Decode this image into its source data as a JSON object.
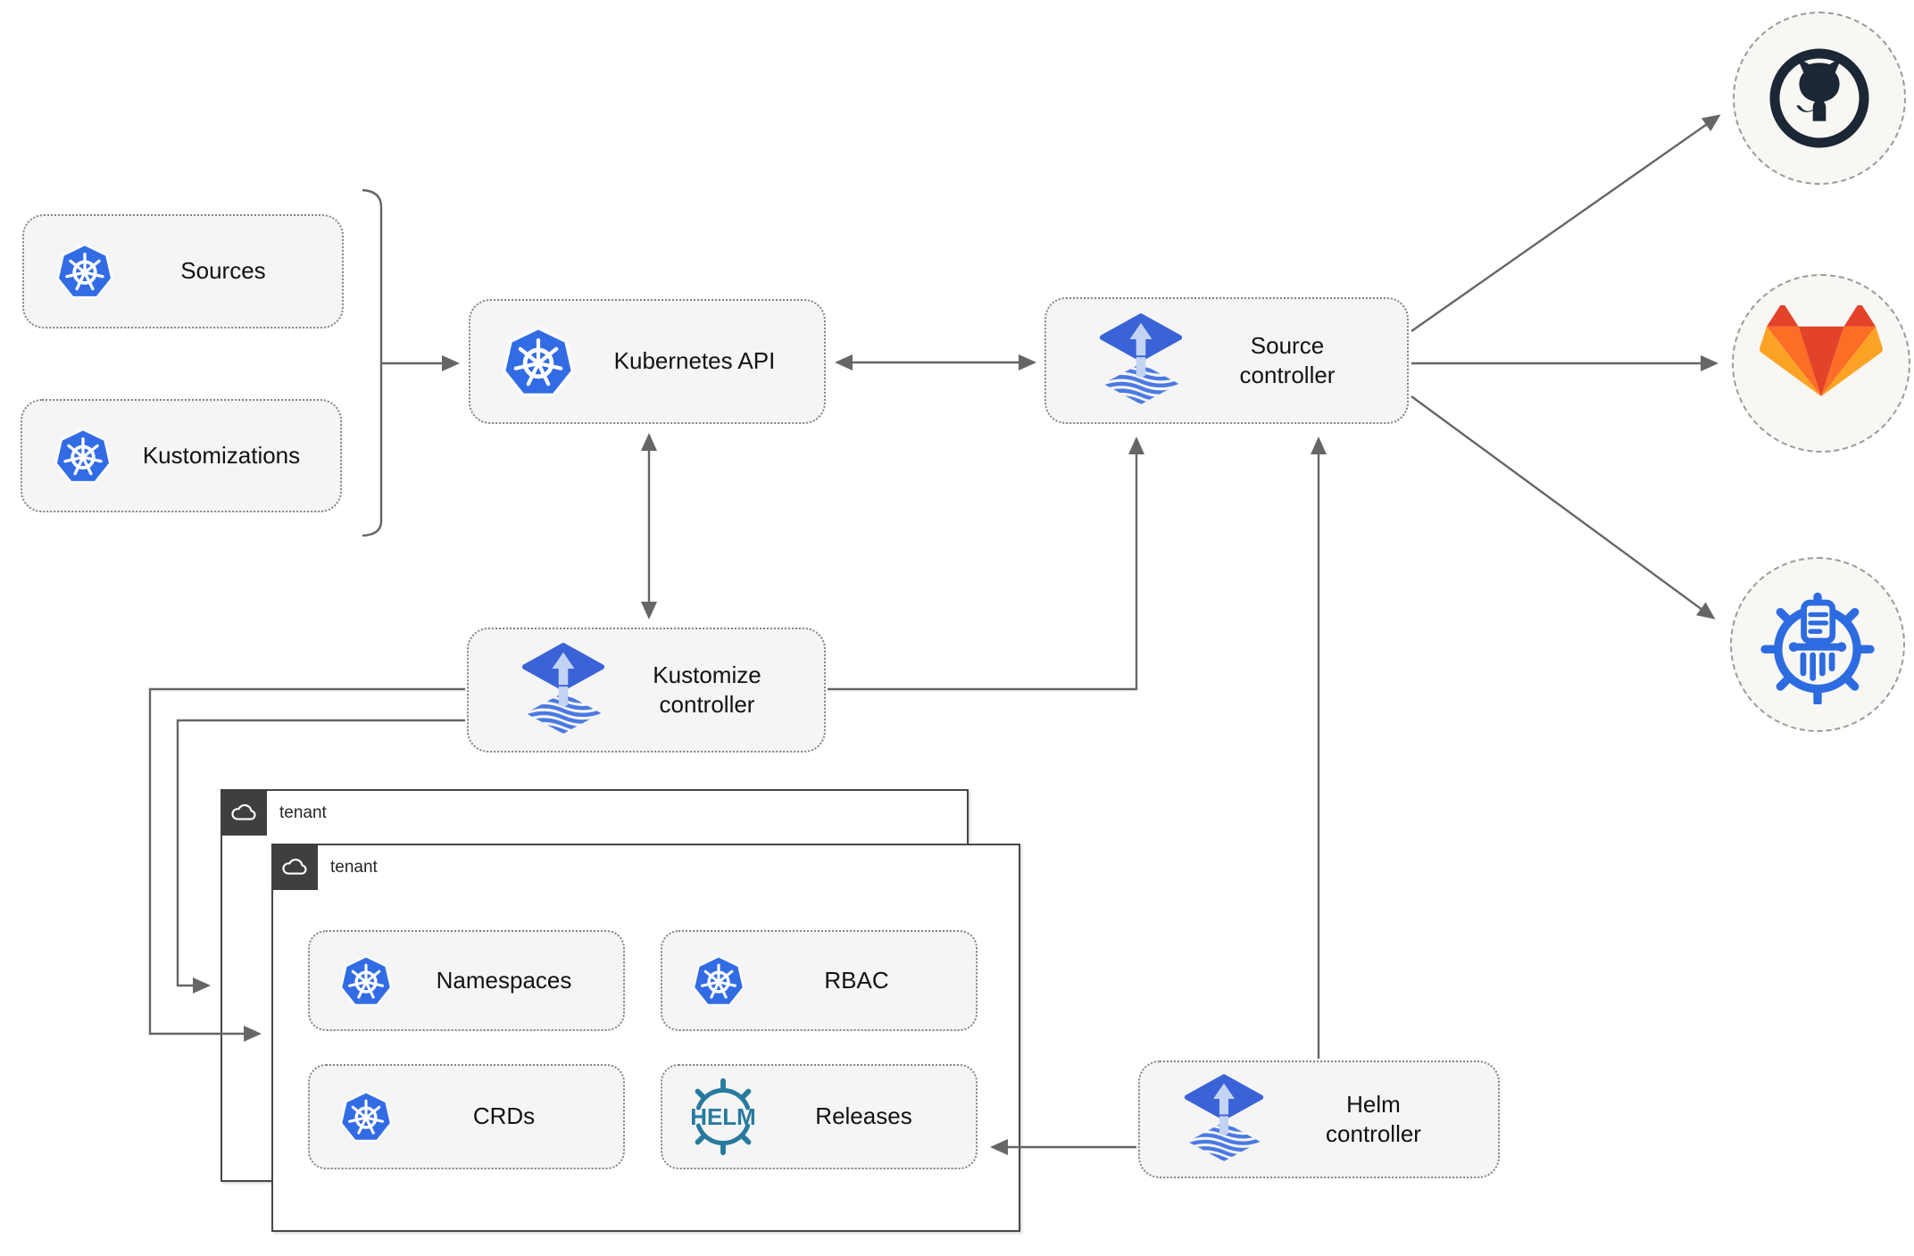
{
  "nodes": {
    "sources": {
      "label": "Sources",
      "icon": "kubernetes-icon"
    },
    "kustomizations": {
      "label": "Kustomizations",
      "icon": "kubernetes-icon"
    },
    "kubernetes_api": {
      "label": "Kubernetes API",
      "icon": "kubernetes-icon"
    },
    "source_controller": {
      "line1": "Source",
      "line2": "controller",
      "icon": "flux-icon"
    },
    "kustomize_controller": {
      "line1": "Kustomize",
      "line2": "controller",
      "icon": "flux-icon"
    },
    "helm_controller": {
      "line1": "Helm",
      "line2": "controller",
      "icon": "flux-icon"
    },
    "namespaces": {
      "label": "Namespaces",
      "icon": "kubernetes-icon"
    },
    "rbac": {
      "label": "RBAC",
      "icon": "kubernetes-icon"
    },
    "crds": {
      "label": "CRDs",
      "icon": "kubernetes-icon"
    },
    "releases": {
      "label": "Releases",
      "icon": "helm-icon"
    }
  },
  "tenants": [
    {
      "label": "tenant",
      "icon": "cloud-icon"
    },
    {
      "label": "tenant",
      "icon": "cloud-icon"
    }
  ],
  "external_targets": [
    {
      "name": "github-icon"
    },
    {
      "name": "gitlab-icon"
    },
    {
      "name": "bucket-manifests-icon"
    }
  ],
  "logos": {
    "helm_text": "HELM"
  },
  "colors": {
    "kubernetes_blue": "#326ce5",
    "flux_blue": "#3a63d8",
    "flux_arrow_light": "#c3d3f3",
    "flux_wave_blue": "#4b79e3",
    "helm_teal": "#277a9e",
    "github_dark": "#1b2735",
    "gitlab_red_orange": "#e24329",
    "gitlab_orange": "#fc6d26",
    "gitlab_yellow_orange": "#fca326",
    "bucket_blue": "#2d6be0",
    "connector_gray": "#666666",
    "node_fill": "#f5f5f5",
    "tenant_tab_dark": "#3f3f3f"
  }
}
